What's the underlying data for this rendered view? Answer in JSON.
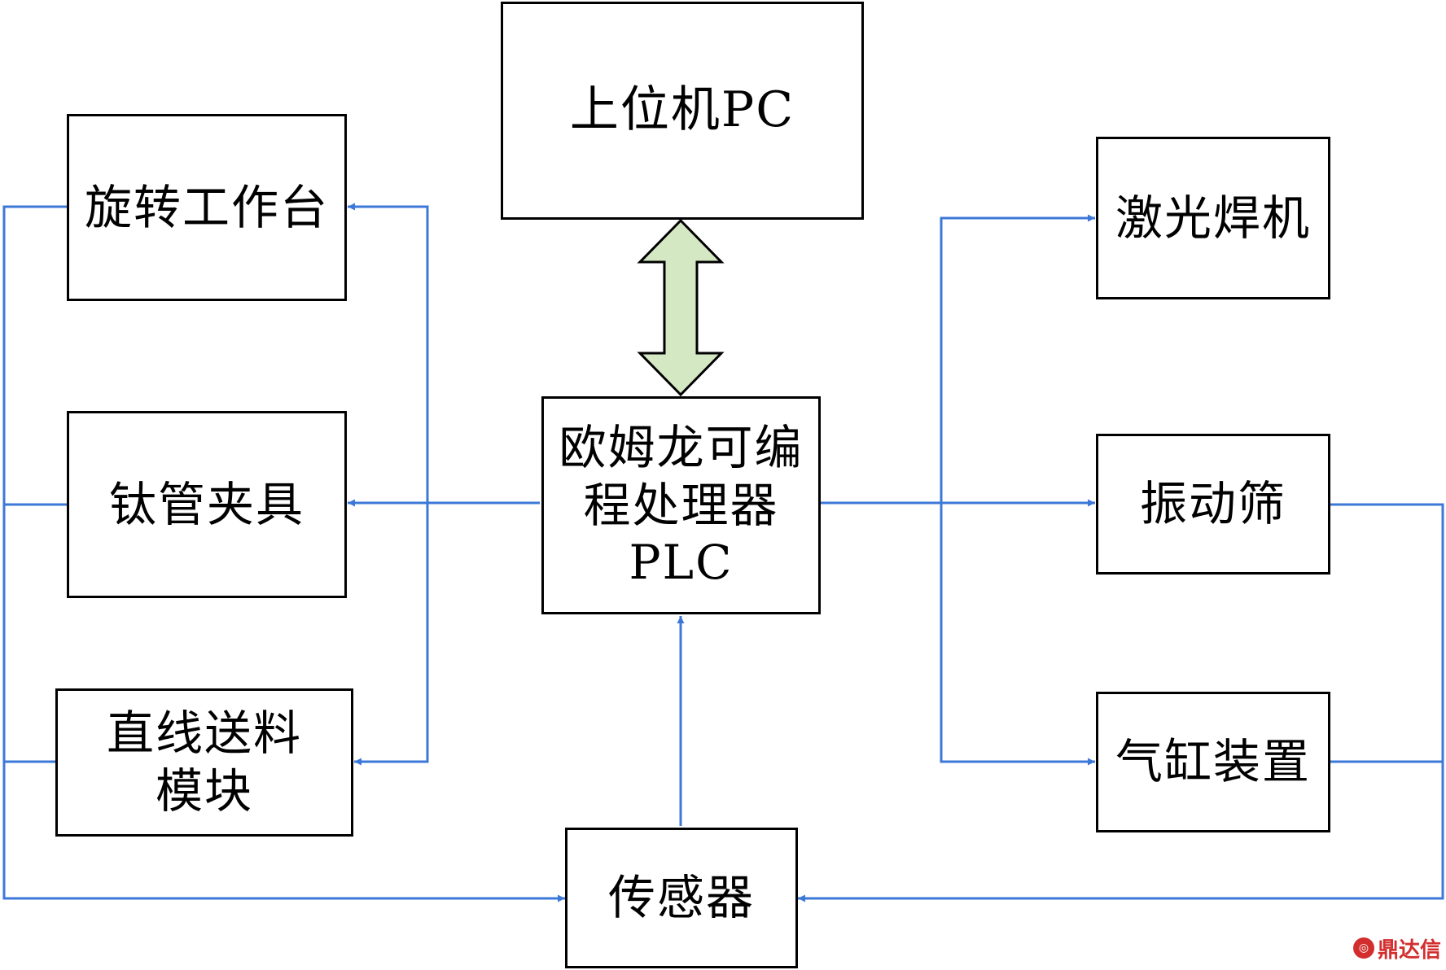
{
  "nodes": {
    "pc": {
      "label": "上位机PC"
    },
    "plc": {
      "lines": [
        "欧姆龙可编",
        "程处理器",
        "PLC"
      ]
    },
    "rotary_table": {
      "label": "旋转工作台"
    },
    "ti_tube_clamp": {
      "label": "钛管夹具"
    },
    "linear_feed": {
      "lines": [
        "直线送料",
        "模块"
      ]
    },
    "sensor": {
      "label": "传感器"
    },
    "laser_welder": {
      "label": "激光焊机"
    },
    "vibrating_screen": {
      "label": "振动筛"
    },
    "cylinder_device": {
      "label": "气缸装置"
    }
  },
  "colors": {
    "wire": "#3c78d8",
    "double_arrow_fill": "#d5e8c4",
    "box_border": "#000000"
  },
  "watermark": {
    "icon": "dingdaxin-logo-icon",
    "text": "鼎达信"
  }
}
